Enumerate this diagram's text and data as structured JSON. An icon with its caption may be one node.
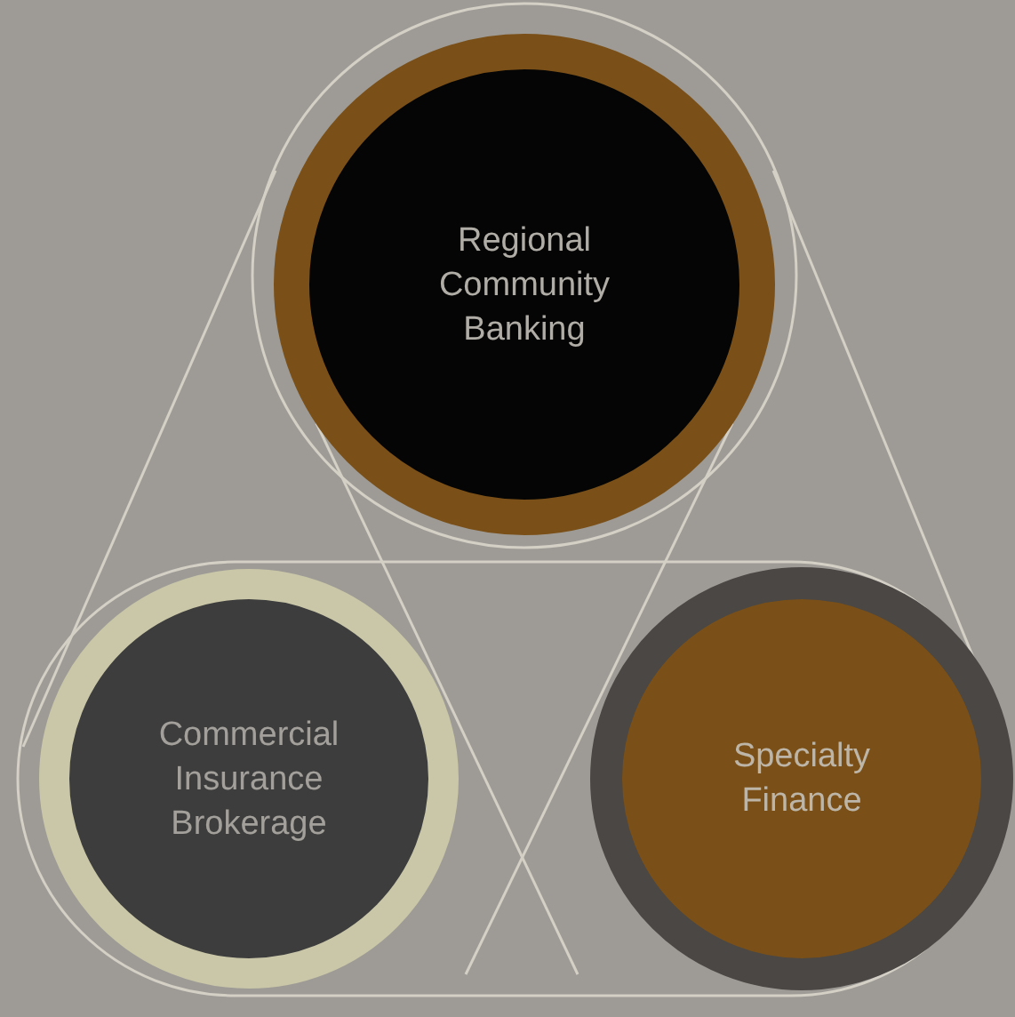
{
  "diagram": {
    "nodes": [
      {
        "text": [
          "Regional Community Banking"
        ]
      },
      {
        "text": [
          "Commercial Insurance Brokerage"
        ]
      },
      {
        "text": [
          "Specialty Finance"
        ]
      }
    ]
  }
}
